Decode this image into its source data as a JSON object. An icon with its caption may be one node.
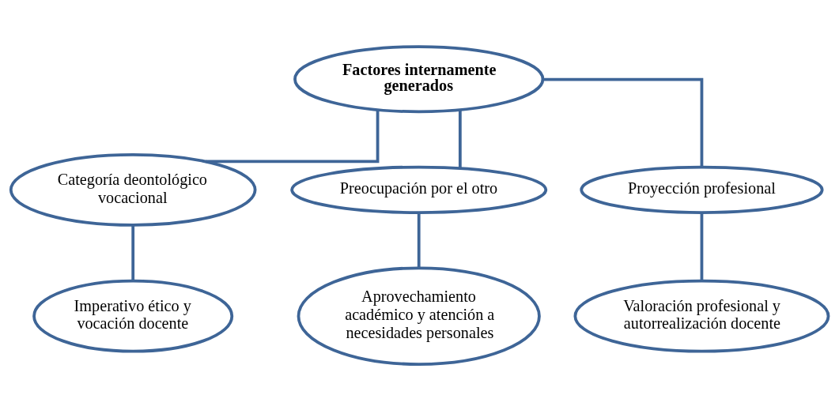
{
  "diagram": {
    "nodes": [
      {
        "text": [
          "Factores internamente generados"
        ]
      },
      {
        "text": [
          "Categoría deontológico vocacional"
        ]
      },
      {
        "text": [
          "Preocupación por el otro"
        ]
      },
      {
        "text": [
          "Proyección profesional"
        ]
      },
      {
        "text": [
          "Imperativo ético y vocación docente"
        ]
      },
      {
        "text": [
          "Aprovechamiento académico y atención a necesidades personales"
        ]
      },
      {
        "text": [
          "Valoración profesional y autorrealización docente"
        ]
      }
    ],
    "edges": [
      {
        "from": 0,
        "to": 1,
        "arrow": "none"
      },
      {
        "from": 0,
        "to": 2,
        "arrow": "none"
      },
      {
        "from": 0,
        "to": 3,
        "arrow": "none"
      },
      {
        "from": 1,
        "to": 4,
        "arrow": "none"
      },
      {
        "from": 2,
        "to": 5,
        "arrow": "none"
      },
      {
        "from": 3,
        "to": 6,
        "arrow": "none"
      }
    ]
  }
}
